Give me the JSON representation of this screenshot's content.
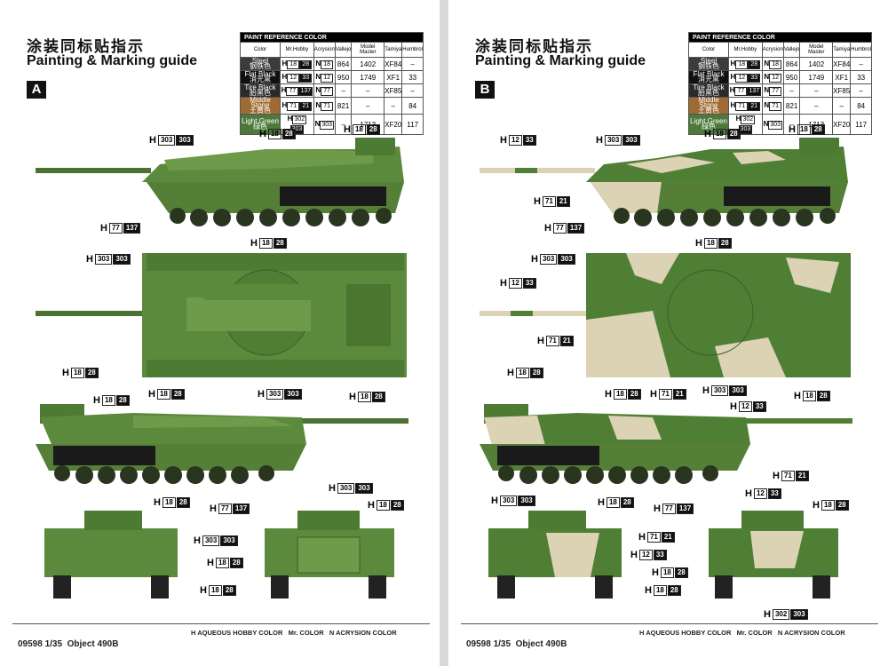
{
  "header": {
    "title_cn": "涂装同标贴指示",
    "title_en": "Painting & Marking guide"
  },
  "scheme_a": {
    "letter": "A"
  },
  "scheme_b": {
    "letter": "B"
  },
  "paint_table": {
    "caption": "PAINT REFERENCE COLOR",
    "columns": [
      "Color",
      "Mr.Hobby",
      "Acrysion",
      "Vallejo",
      "Model Master",
      "Tamiya",
      "Humbrol"
    ],
    "rows": [
      {
        "name": "Steel",
        "cn": "钢铁色",
        "hobby": "18",
        "mr": "28",
        "acrysion": "18",
        "vallejo": "864",
        "model_master": "1402",
        "tamiya": "XF84",
        "humbrol": "–",
        "swatch": "#3a3c3a"
      },
      {
        "name": "Flat Black",
        "cn": "消光黑",
        "hobby": "12",
        "mr": "33",
        "acrysion": "12",
        "vallejo": "950",
        "model_master": "1749",
        "tamiya": "XF1",
        "humbrol": "33",
        "swatch": "#111111"
      },
      {
        "name": "Tire Black",
        "cn": "胎黑色",
        "hobby": "77",
        "mr": "137",
        "acrysion": "77",
        "vallejo": "–",
        "model_master": "–",
        "tamiya": "XF85",
        "humbrol": "–",
        "swatch": "#2a2a2a"
      },
      {
        "name": "Middle Stone",
        "cn": "土黄色",
        "hobby": "71",
        "mr": "21",
        "acrysion": "71",
        "vallejo": "821",
        "model_master": "–",
        "tamiya": "–",
        "humbrol": "84",
        "swatch": "#a06a34"
      },
      {
        "name": "Light Green",
        "cn": "绿色",
        "hobby": "302",
        "mr": "303",
        "acrysion": "303",
        "vallejo": "–",
        "model_master": "1713",
        "tamiya": "XF20",
        "humbrol": "117",
        "swatch": "#4d7a3b"
      }
    ]
  },
  "colors": {
    "tank_green": "#5c8a3c",
    "tank_dark": "#3f6a2a",
    "camo_sand": "#dcd2b4",
    "camo_green": "#4f7f35"
  },
  "footer": {
    "legend_h": "H",
    "legend_h_text": "AQUEOUS HOBBY COLOR",
    "legend_mr": "Mr. COLOR",
    "legend_n": "N",
    "legend_n_text": "ACRYSION COLOR",
    "code": "09598 1/35",
    "model": "Object 490B"
  },
  "callouts_a": [
    {
      "h": "303",
      "m": "303"
    },
    {
      "h": "18",
      "m": "28"
    },
    {
      "h": "18",
      "m": "28"
    },
    {
      "h": "77",
      "m": "137"
    },
    {
      "h": "18",
      "m": "28"
    },
    {
      "h": "303",
      "m": "303"
    },
    {
      "h": "18",
      "m": "28"
    },
    {
      "h": "18",
      "m": "28"
    },
    {
      "h": "18",
      "m": "28"
    },
    {
      "h": "303",
      "m": "303"
    },
    {
      "h": "18",
      "m": "28"
    },
    {
      "h": "18",
      "m": "28"
    },
    {
      "h": "77",
      "m": "137"
    },
    {
      "h": "303",
      "m": "303"
    },
    {
      "h": "18",
      "m": "28"
    },
    {
      "h": "303",
      "m": "303"
    },
    {
      "h": "18",
      "m": "28"
    },
    {
      "h": "18",
      "m": "28"
    }
  ],
  "callouts_b": [
    {
      "h": "12",
      "m": "33"
    },
    {
      "h": "303",
      "m": "303"
    },
    {
      "h": "18",
      "m": "28"
    },
    {
      "h": "18",
      "m": "28"
    },
    {
      "h": "71",
      "m": "21"
    },
    {
      "h": "77",
      "m": "137"
    },
    {
      "h": "18",
      "m": "28"
    },
    {
      "h": "303",
      "m": "303"
    },
    {
      "h": "12",
      "m": "33"
    },
    {
      "h": "71",
      "m": "21"
    },
    {
      "h": "18",
      "m": "28"
    },
    {
      "h": "18",
      "m": "28"
    },
    {
      "h": "71",
      "m": "21"
    },
    {
      "h": "303",
      "m": "303"
    },
    {
      "h": "12",
      "m": "33"
    },
    {
      "h": "18",
      "m": "28"
    },
    {
      "h": "18",
      "m": "28"
    },
    {
      "h": "77",
      "m": "137"
    },
    {
      "h": "303",
      "m": "303"
    },
    {
      "h": "71",
      "m": "21"
    },
    {
      "h": "12",
      "m": "33"
    },
    {
      "h": "71",
      "m": "21"
    },
    {
      "h": "12",
      "m": "33"
    },
    {
      "h": "18",
      "m": "28"
    },
    {
      "h": "18",
      "m": "28"
    },
    {
      "h": "18",
      "m": "28"
    },
    {
      "h": "302",
      "m": "303"
    }
  ]
}
